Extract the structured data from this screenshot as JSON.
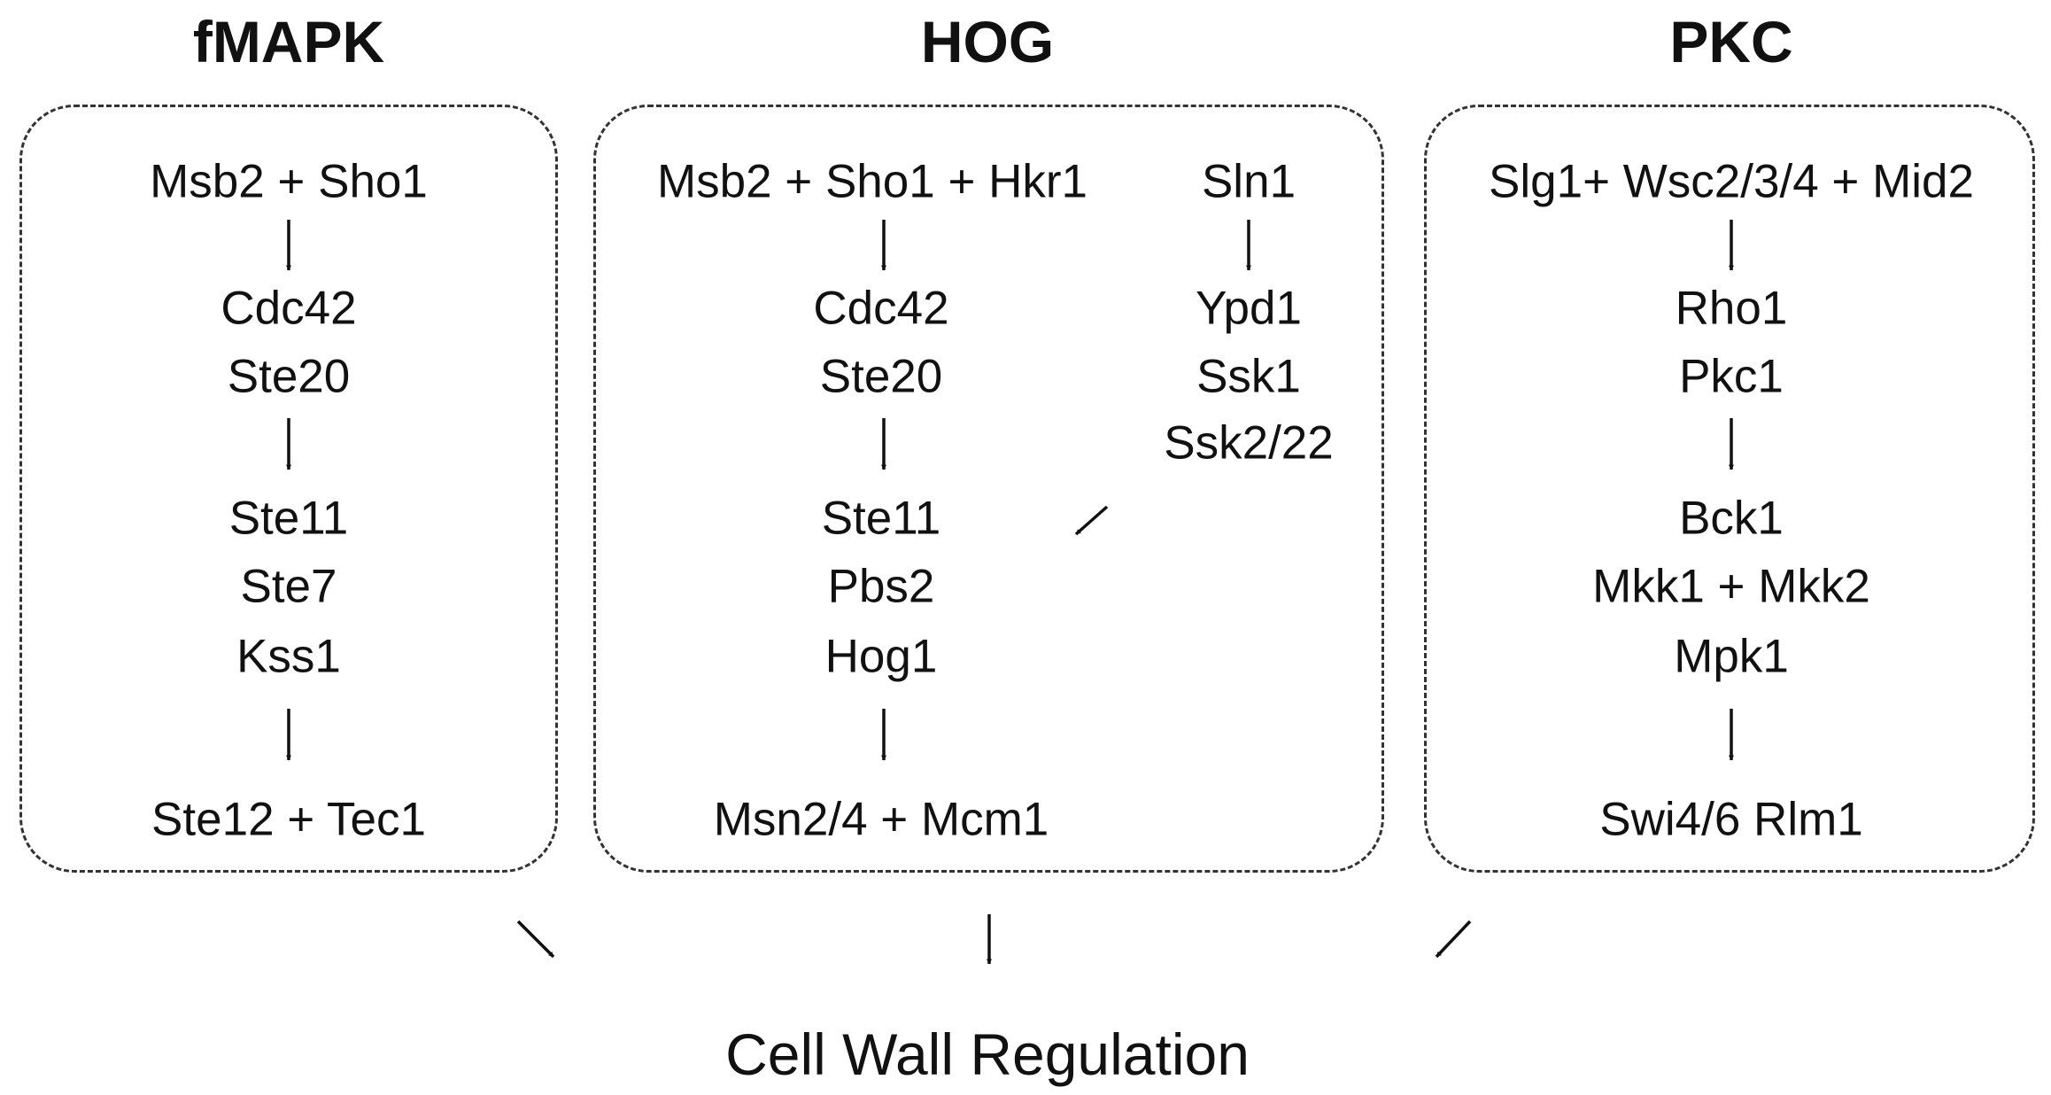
{
  "pathways": [
    {
      "title": "fMAPK",
      "nodes": [
        "Msb2 + Sho1",
        "Cdc42",
        "Ste20",
        "Ste11",
        "Ste7",
        "Kss1",
        "Ste12 + Tec1"
      ]
    },
    {
      "title": "HOG",
      "nodes": [
        "Msb2 + Sho1 + Hkr1",
        "Cdc42",
        "Ste20",
        "Ste11",
        "Pbs2",
        "Hog1",
        "Msn2/4 + Mcm1"
      ],
      "branch_nodes": [
        "Sln1",
        "Ypd1",
        "Ssk1",
        "Ssk2/22"
      ]
    },
    {
      "title": "PKC",
      "nodes": [
        "Slg1+ Wsc2/3/4 + Mid2",
        "Rho1",
        "Pkc1",
        "Bck1",
        "Mkk1 + Mkk2",
        "Mpk1",
        "Swi4/6 Rlm1"
      ]
    }
  ],
  "output": "Cell Wall Regulation"
}
